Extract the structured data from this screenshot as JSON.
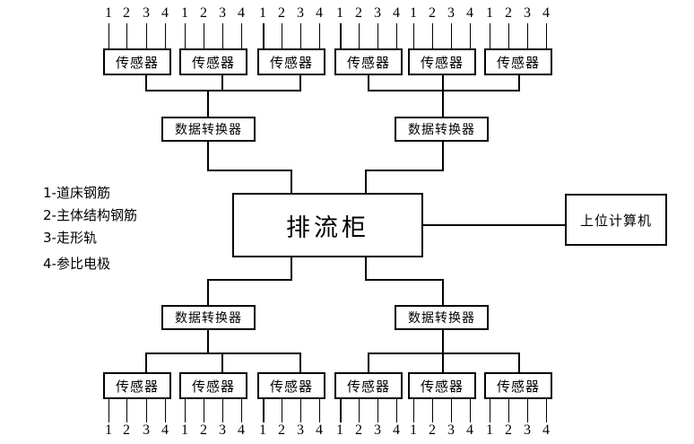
{
  "diagram": {
    "title_hub": "排流柜",
    "host_label": "上位计算机",
    "converter_label": "数据转换器",
    "sensor_label": "传感器",
    "port_numbers": [
      "1",
      "2",
      "3",
      "4"
    ],
    "legend": [
      "1-道床钢筋",
      "2-主体结构钢筋",
      "3-走形轨",
      "4-参比电极"
    ],
    "top_sensors": [
      {
        "label": "传感器",
        "group": "left"
      },
      {
        "label": "传感器",
        "group": "left"
      },
      {
        "label": "传感器",
        "group": "left"
      },
      {
        "label": "传感器",
        "group": "right"
      },
      {
        "label": "传感器",
        "group": "right"
      },
      {
        "label": "传感器",
        "group": "right"
      }
    ],
    "bottom_sensors": [
      {
        "label": "传感器",
        "group": "left"
      },
      {
        "label": "传感器",
        "group": "left"
      },
      {
        "label": "传感器",
        "group": "left"
      },
      {
        "label": "传感器",
        "group": "right"
      },
      {
        "label": "传感器",
        "group": "right"
      },
      {
        "label": "传感器",
        "group": "right"
      }
    ],
    "converters": [
      {
        "label": "数据转换器",
        "position": "top-left"
      },
      {
        "label": "数据转换器",
        "position": "top-right"
      },
      {
        "label": "数据转换器",
        "position": "bottom-left"
      },
      {
        "label": "数据转换器",
        "position": "bottom-right"
      }
    ],
    "colors": {
      "line": "#000000",
      "background": "#ffffff",
      "text": "#000000"
    }
  }
}
